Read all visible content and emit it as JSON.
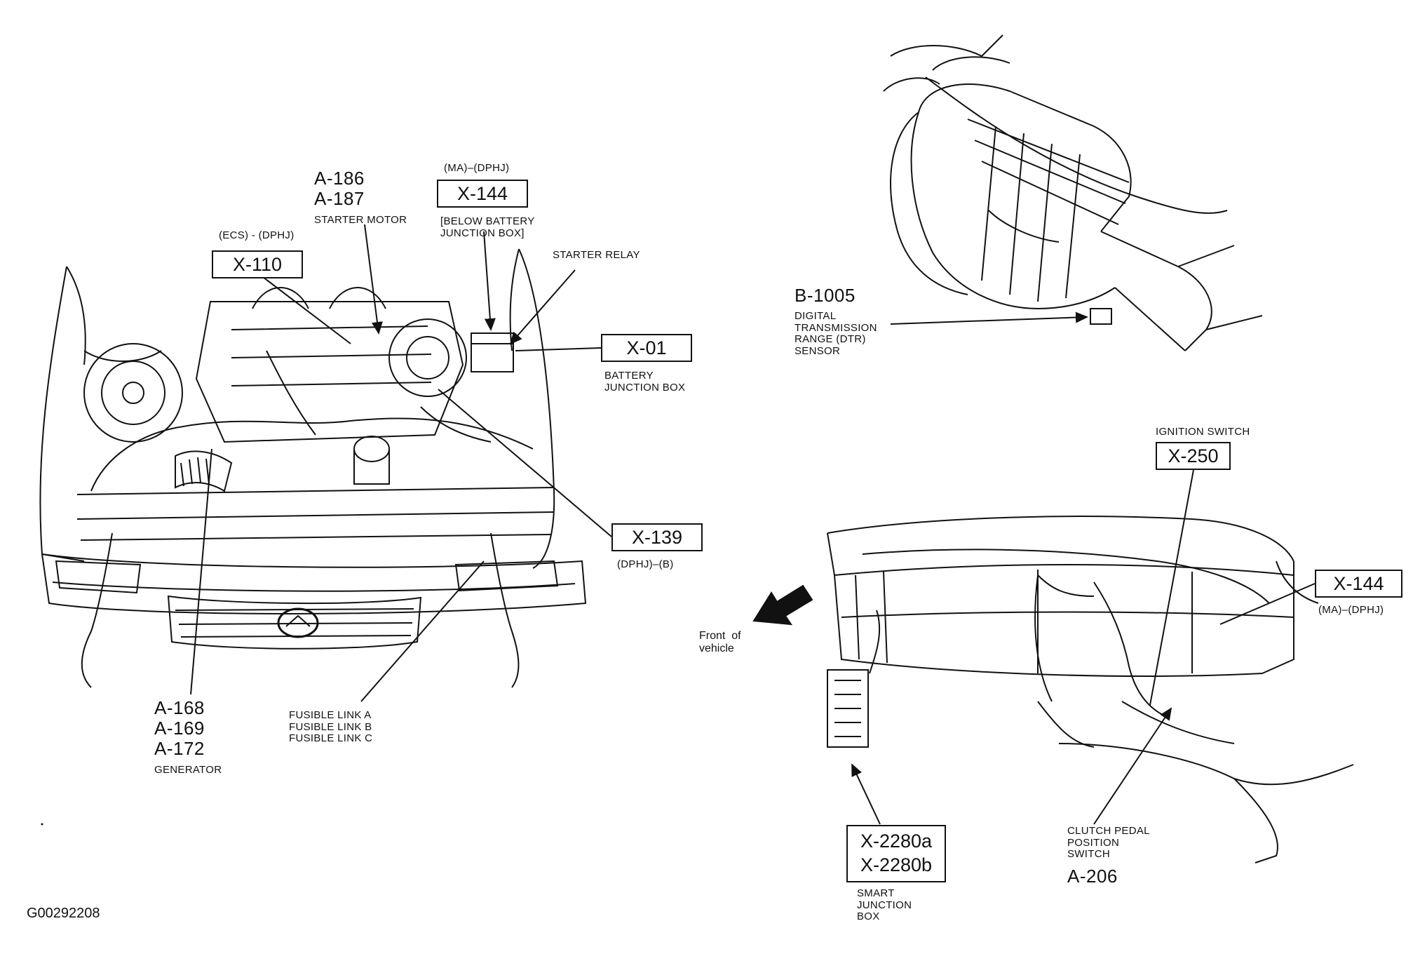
{
  "figure_id": "G00292208",
  "front_of_vehicle": "Front  of\nvehicle",
  "engine_bay": {
    "x110": {
      "qualifier": "(ECS) - (DPHJ)",
      "code": "X-110"
    },
    "starter_motor": {
      "codes": "A-186\nA-187",
      "name": "STARTER MOTOR"
    },
    "x144_top": {
      "qualifier": "(MA)–(DPHJ)",
      "code": "X-144",
      "note": "[BELOW BATTERY\nJUNCTION BOX]"
    },
    "starter_relay": "STARTER RELAY",
    "x01": {
      "code": "X-01",
      "name": "BATTERY\nJUNCTION BOX"
    },
    "x139": {
      "code": "X-139",
      "qualifier": "(DPHJ)–(B)"
    },
    "generator": {
      "codes": "A-168\nA-169\nA-172",
      "name": "GENERATOR"
    },
    "fusible_links": "FUSIBLE LINK A\nFUSIBLE LINK B\nFUSIBLE LINK C"
  },
  "transmission": {
    "code": "B-1005",
    "name": "DIGITAL\nTRANSMISSION\nRANGE (DTR)\nSENSOR"
  },
  "dashboard": {
    "ignition": {
      "name": "IGNITION SWITCH",
      "code": "X-250"
    },
    "x144_right": {
      "code": "X-144",
      "qualifier": "(MA)–(DPHJ)"
    },
    "smart_jb": {
      "code_a": "X-2280a",
      "code_b": "X-2280b",
      "name": "SMART\nJUNCTION\nBOX"
    },
    "clutch": {
      "name": "CLUTCH PEDAL\nPOSITION\nSWITCH",
      "code": "A-206"
    }
  }
}
